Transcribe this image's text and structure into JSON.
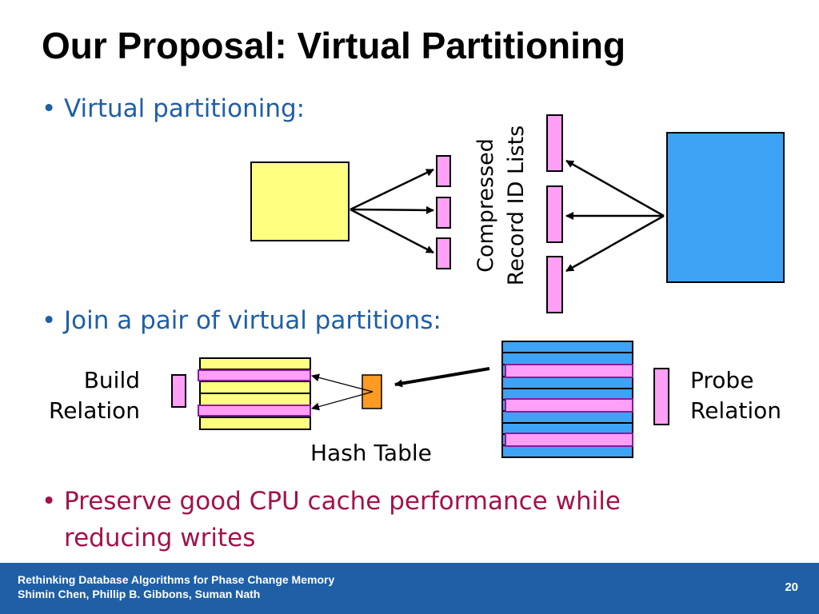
{
  "slide": {
    "title": "Our Proposal: Virtual Partitioning",
    "bullet_char": "•",
    "bullets": [
      "Virtual partitioning:",
      "Join a pair of virtual partitions:",
      "Preserve good CPU cache performance while",
      "reducing writes"
    ]
  },
  "diagram1": {
    "label_line1": "Compressed",
    "label_line2": "Record ID Lists",
    "colors": {
      "yellow": "#ffff80",
      "blue": "#3ea3f5",
      "pink": "#ff9ff5"
    }
  },
  "diagram2": {
    "build_line1": "Build",
    "build_line2": "Relation",
    "probe_line1": "Probe",
    "probe_line2": "Relation",
    "hash_table": "Hash Table",
    "colors": {
      "yellow": "#ffff80",
      "blue": "#3ea3f5",
      "pink": "#ff9ff5",
      "orange": "#ff9a22"
    }
  },
  "footer": {
    "line1": "Rethinking Database Algorithms for Phase Change Memory",
    "line2": "Shimin Chen, Phillip B. Gibbons, Suman Nath",
    "page": "20"
  }
}
